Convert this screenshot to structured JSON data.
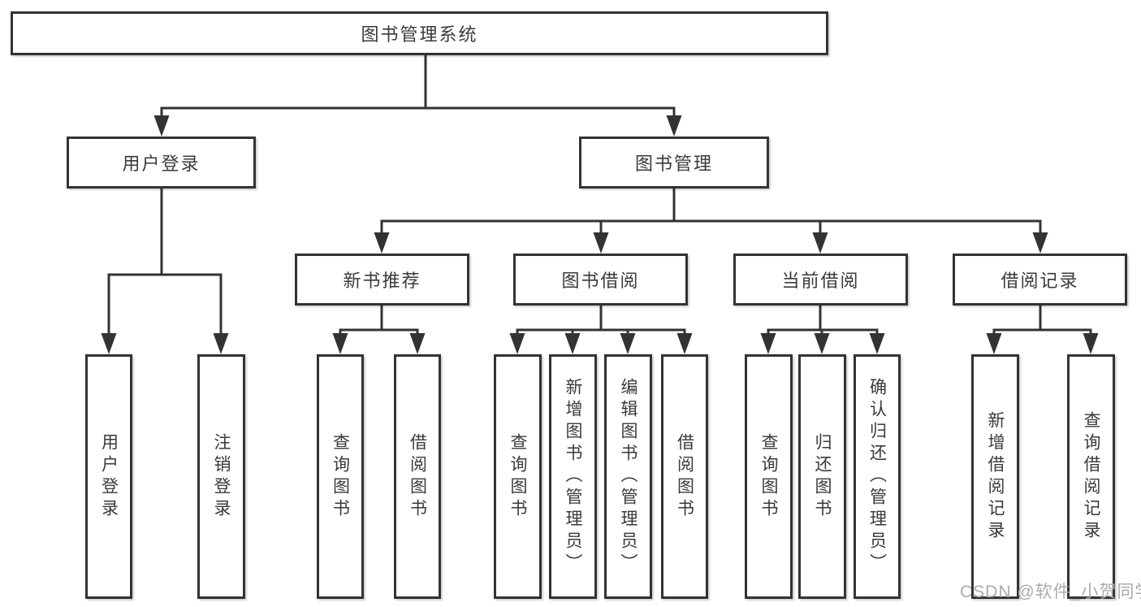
{
  "diagram": {
    "root": "图书管理系统",
    "level2": [
      "用户登录",
      "图书管理"
    ],
    "level3": [
      "新书推荐",
      "图书借阅",
      "当前借阅",
      "借阅记录"
    ],
    "level4": {
      "user_login": [
        "用户登录",
        "注销登录"
      ],
      "new_book_recommend": [
        "查询图书",
        "借阅图书"
      ],
      "book_borrow": [
        "查询图书",
        "新增图书（管理员）",
        "编辑图书（管理员）",
        "借阅图书"
      ],
      "current_borrow": [
        "查询图书",
        "归还图书",
        "确认归还（管理员）"
      ],
      "borrow_records": [
        "新增借阅记录",
        "查询借阅记录"
      ]
    },
    "watermark": "CSDN @软件_小贺同学",
    "colors": {
      "line": "#333333",
      "text": "#3a3a3a",
      "watermark": "#ababab",
      "background": "#ffffff"
    }
  }
}
